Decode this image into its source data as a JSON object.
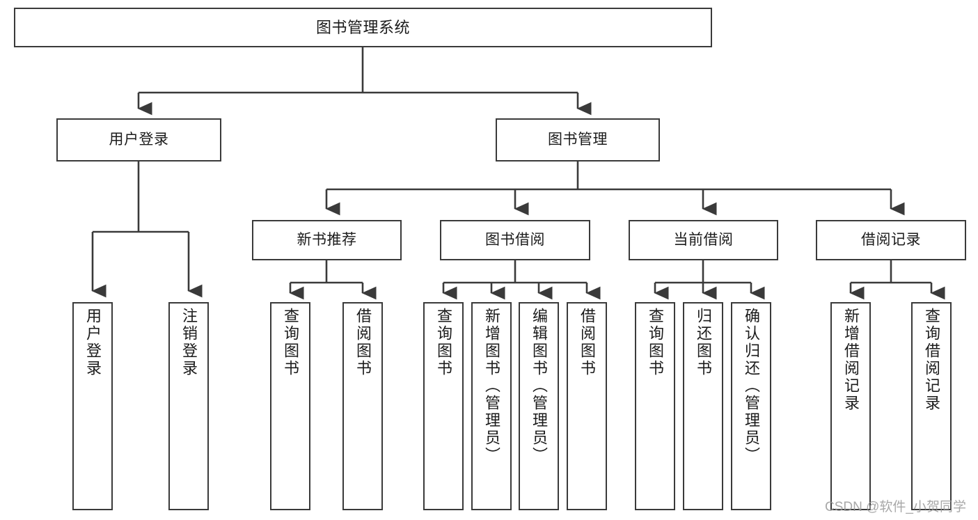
{
  "diagram": {
    "title": "图书管理系统",
    "type": "tree-structure-chart",
    "stroke_color": "#3a3a3a",
    "background_color": "#ffffff",
    "text_color": "#1b1b1b"
  },
  "root": {
    "label": "图书管理系统"
  },
  "level2": [
    {
      "label": "用户登录"
    },
    {
      "label": "图书管理"
    }
  ],
  "level3": [
    {
      "label": "新书推荐"
    },
    {
      "label": "图书借阅"
    },
    {
      "label": "当前借阅"
    },
    {
      "label": "借阅记录"
    }
  ],
  "leaves": [
    {
      "label": "用户登录",
      "parent": "用户登录"
    },
    {
      "label": "注销登录",
      "parent": "用户登录"
    },
    {
      "label": "查询图书",
      "parent": "新书推荐"
    },
    {
      "label": "借阅图书",
      "parent": "新书推荐"
    },
    {
      "label": "查询图书",
      "parent": "图书借阅"
    },
    {
      "label": "新增图书（管理员）",
      "parent": "图书借阅"
    },
    {
      "label": "编辑图书（管理员）",
      "parent": "图书借阅"
    },
    {
      "label": "借阅图书",
      "parent": "图书借阅"
    },
    {
      "label": "查询图书",
      "parent": "当前借阅"
    },
    {
      "label": "归还图书",
      "parent": "当前借阅"
    },
    {
      "label": "确认归还（管理员）",
      "parent": "当前借阅"
    },
    {
      "label": "新增借阅记录",
      "parent": "借阅记录"
    },
    {
      "label": "查询借阅记录",
      "parent": "借阅记录"
    }
  ],
  "watermark": {
    "text": "CSDN @软件_小贺同学"
  }
}
